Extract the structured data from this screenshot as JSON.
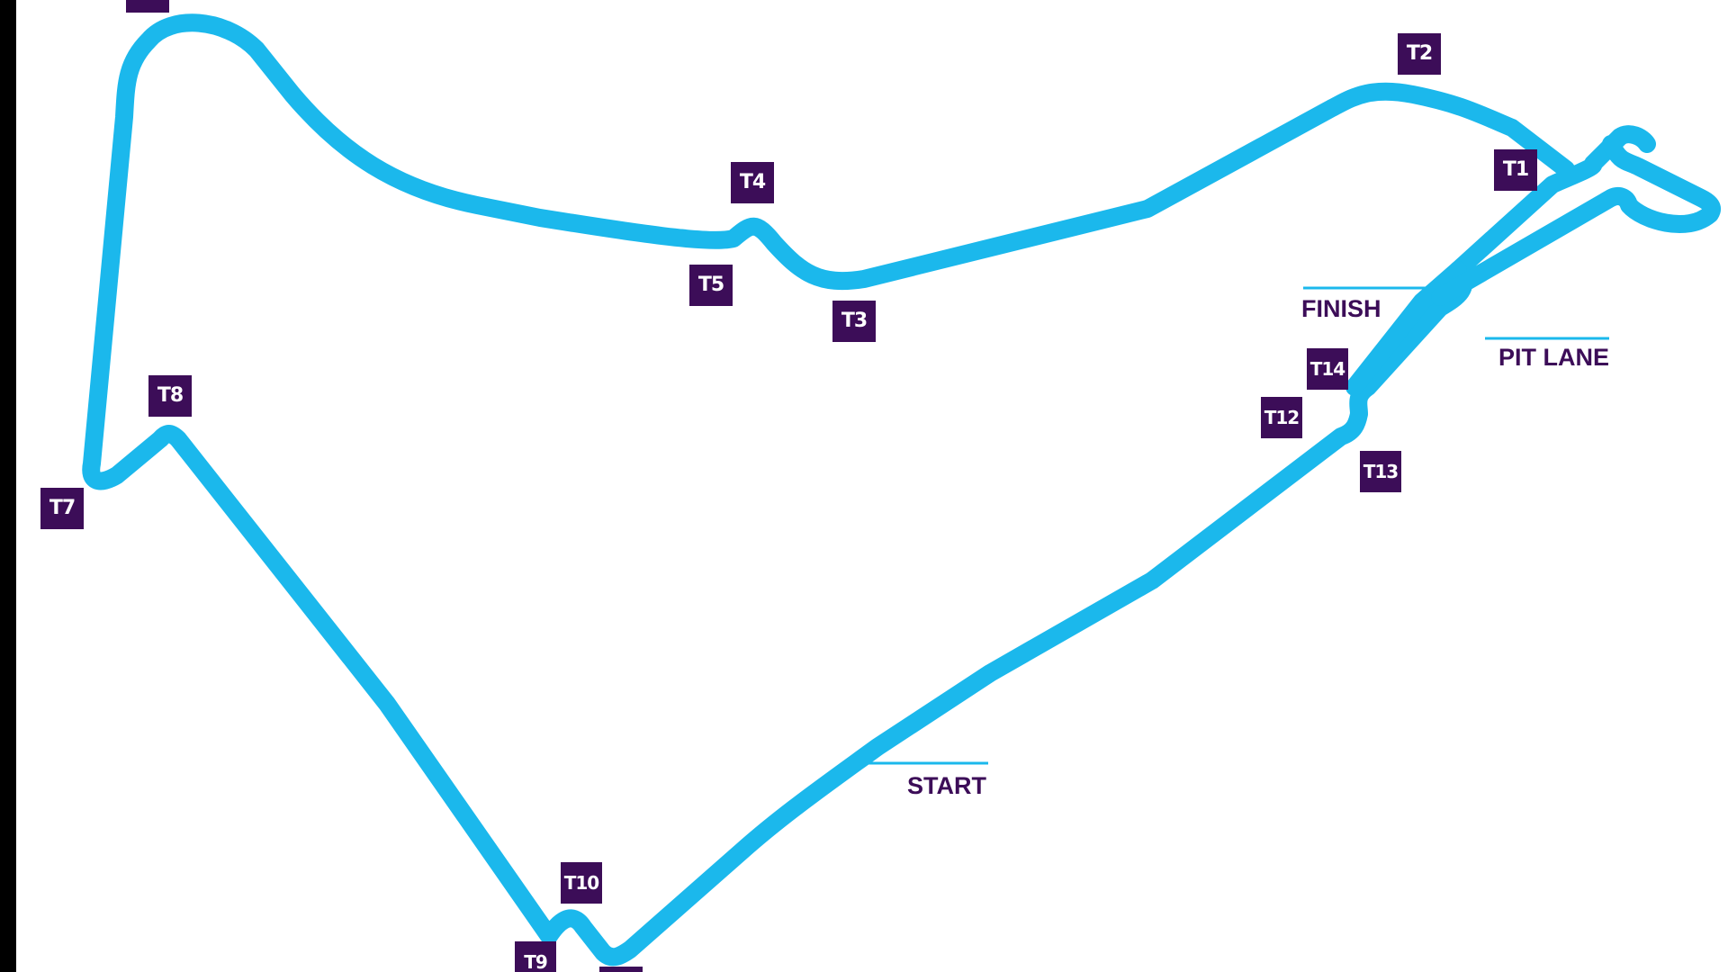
{
  "colors": {
    "track": "#1bb8ec",
    "badge": "#3c0d58",
    "label": "#3c0d58",
    "edge": "#000000",
    "background": "#ffffff"
  },
  "turns": {
    "t1": "T1",
    "t2": "T2",
    "t3": "T3",
    "t4": "T4",
    "t5": "T5",
    "t7": "T7",
    "t8": "T8",
    "t9": "T9",
    "t10": "T10",
    "t12": "T12",
    "t13": "T13",
    "t14": "T14"
  },
  "labels": {
    "finish": "FINISH",
    "pit_lane": "PIT LANE",
    "start": "START"
  }
}
